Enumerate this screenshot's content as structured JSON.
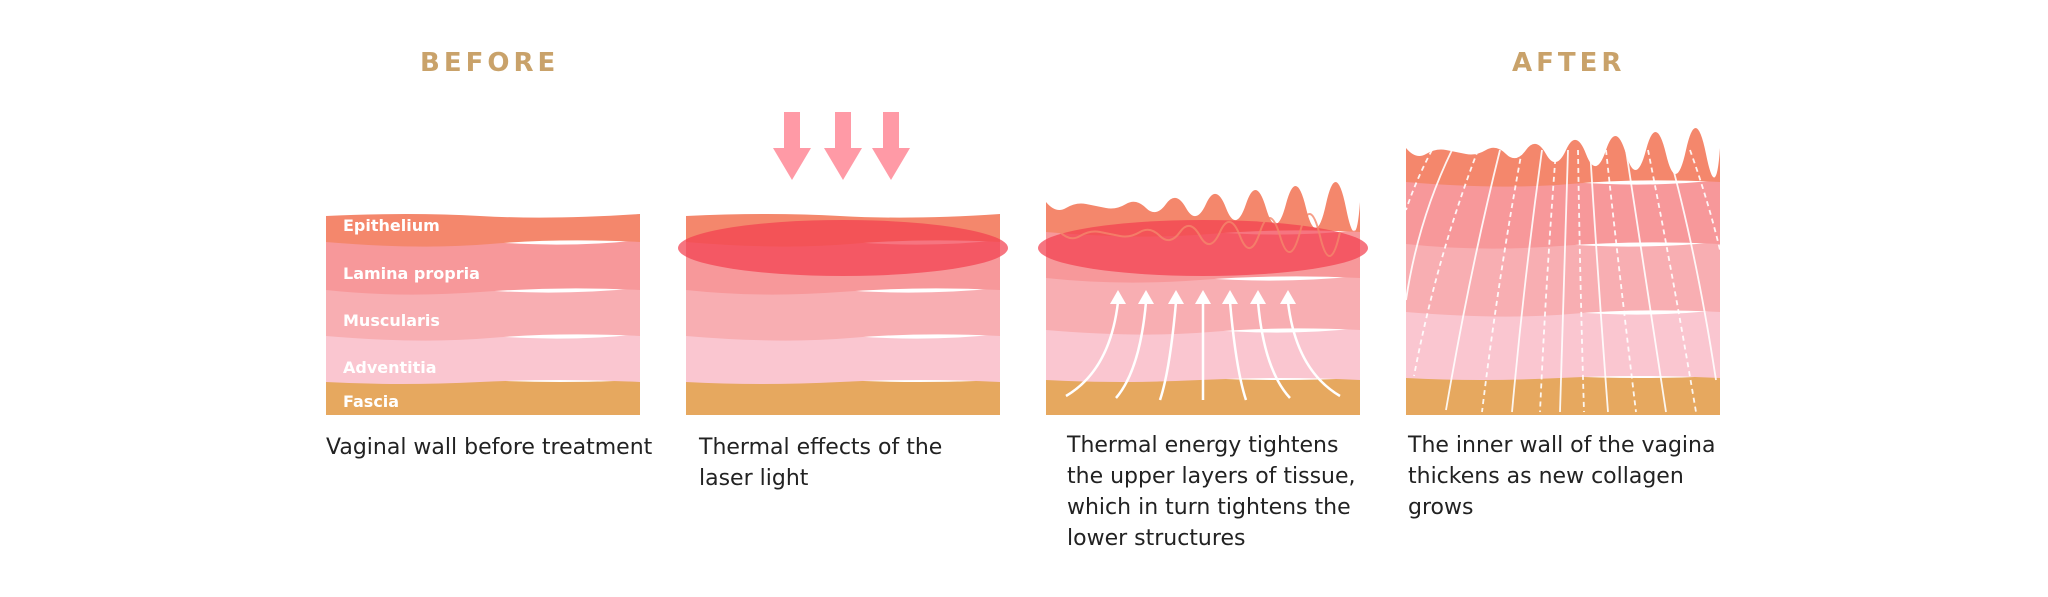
{
  "headings": {
    "before": "BEFORE",
    "after": "AFTER"
  },
  "layers": {
    "epithelium": "Epithelium",
    "lamina_propria": "Lamina propria",
    "muscularis": "Muscularis",
    "adventitia": "Adventitia",
    "fascia": "Fascia"
  },
  "captions": {
    "panel1": "Vaginal wall before treatment",
    "panel2": "Thermal effects of the laser light",
    "panel3": "Thermal energy tightens the upper layers of tissue, which in turn tightens the lower structures",
    "panel4": "The inner wall of the vagina thickens as new collagen grows"
  },
  "colors": {
    "heading": "#c9a26a",
    "epithelium": "#f4876c",
    "lamina_propria": "#f7989a",
    "muscularis": "#f8aeb2",
    "adventitia": "#fac6d0",
    "fascia": "#e6a85f",
    "laser": "#f2404f",
    "arrow": "#ff9aa6"
  }
}
